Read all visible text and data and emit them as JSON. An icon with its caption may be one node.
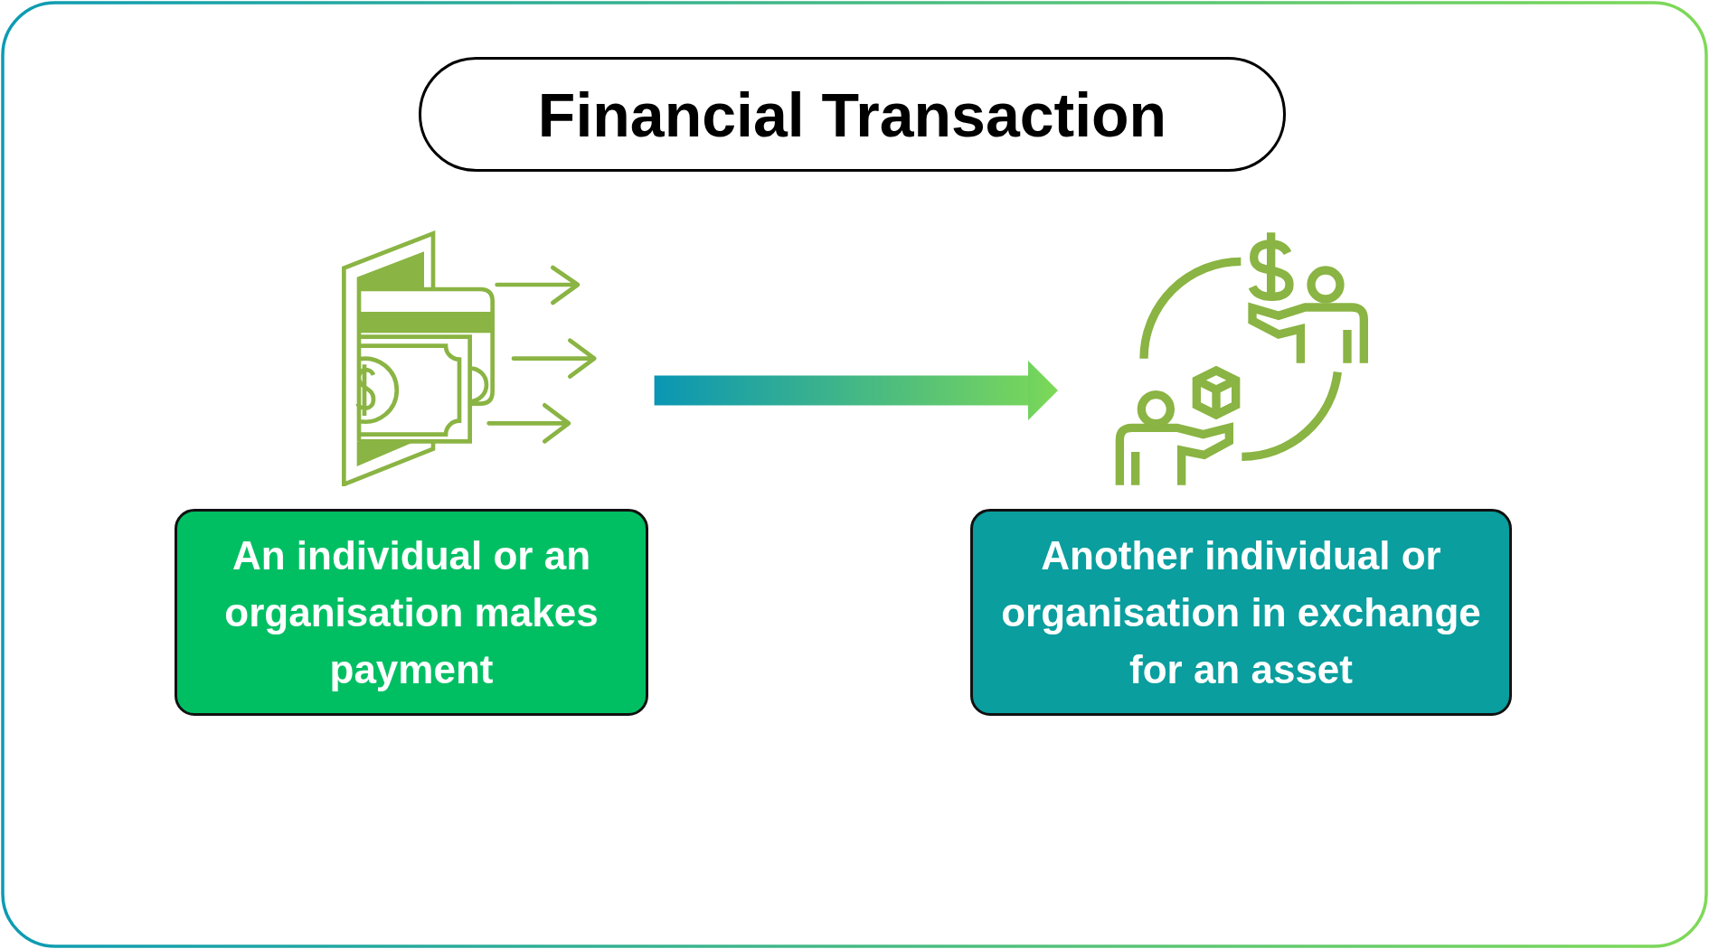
{
  "diagram": {
    "title": "Financial Transaction",
    "nodes": [
      {
        "text": [],
        "shape": "picture"
      },
      {
        "text": [
          "An individual or an organisation makes payment"
        ]
      },
      {
        "text": [],
        "shape": "picture"
      },
      {
        "text": [
          "Another individual or organisation in exchange for an asset"
        ]
      }
    ],
    "edges": [
      {
        "from": 0,
        "to": 2,
        "arrow": "to"
      }
    ]
  }
}
